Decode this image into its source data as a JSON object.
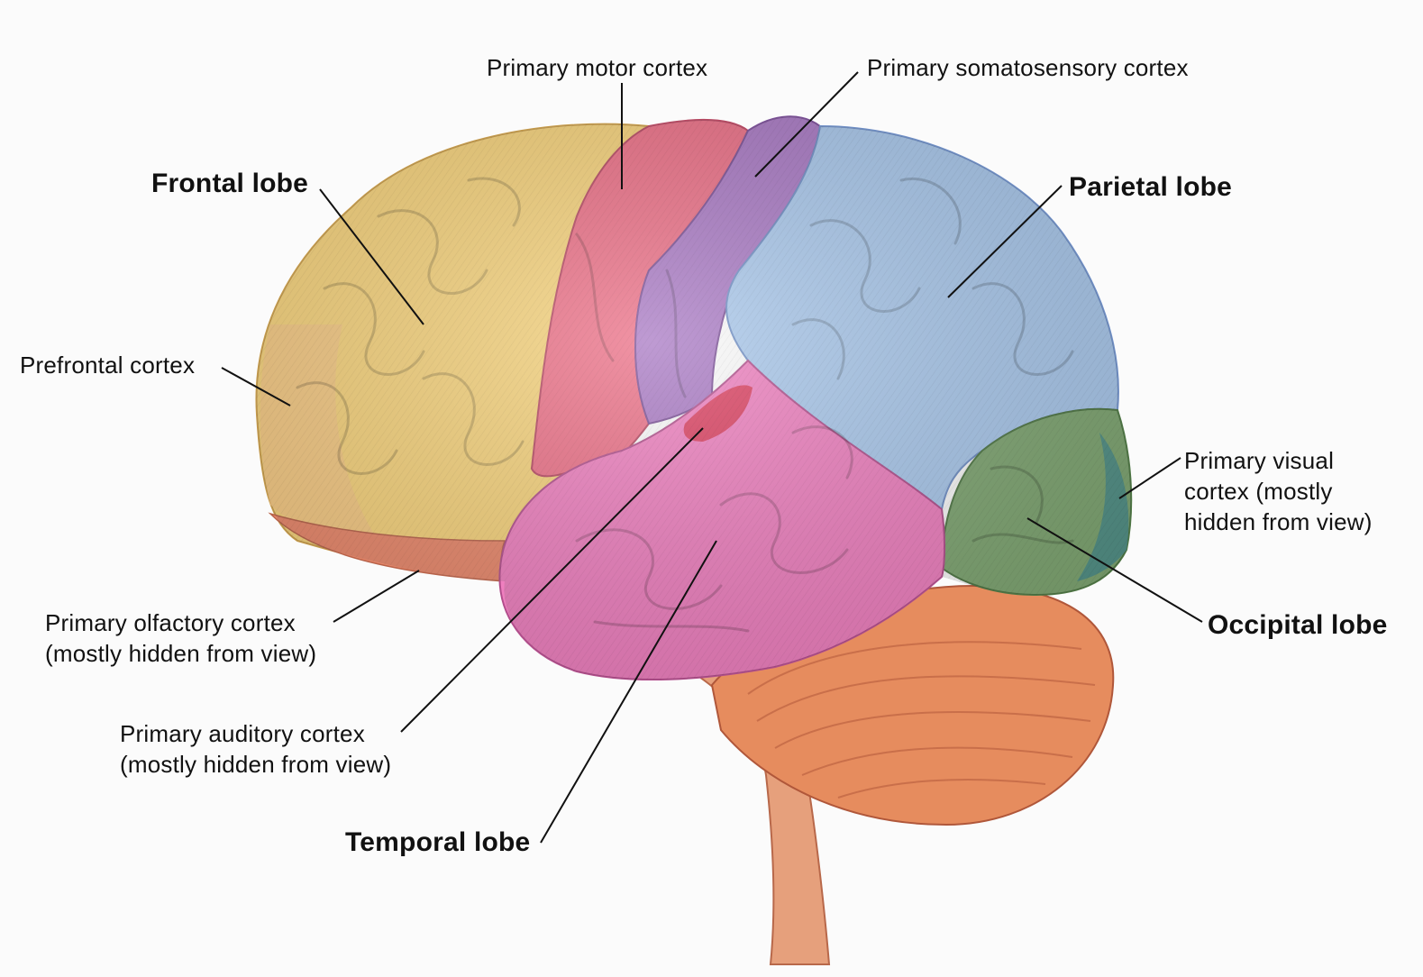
{
  "labels": {
    "primary_motor_cortex": "Primary motor cortex",
    "primary_somatosensory_cortex": "Primary somatosensory cortex",
    "frontal_lobe": "Frontal lobe",
    "parietal_lobe": "Parietal lobe",
    "prefrontal_cortex": "Prefrontal cortex",
    "primary_visual_cortex": "Primary visual\ncortex (mostly\nhidden from view)",
    "occipital_lobe": "Occipital lobe",
    "primary_olfactory_cortex": "Primary olfactory cortex\n(mostly hidden from view)",
    "primary_auditory_cortex": "Primary auditory cortex\n(mostly hidden from view)",
    "temporal_lobe": "Temporal lobe"
  },
  "colors": {
    "frontal": "#f6d27a",
    "prefrontal": "#f5c784",
    "olfactory": "#e9876a",
    "motor": "#ec6f86",
    "somatosensory": "#a979c4",
    "parietal": "#a9c8ec",
    "occipital": "#7fa672",
    "visual": "#4f8f8a",
    "temporal": "#ef7fbf",
    "auditory": "#d8344f",
    "cerebellum": "#e68c5e",
    "brainstem": "#e6a07c"
  }
}
